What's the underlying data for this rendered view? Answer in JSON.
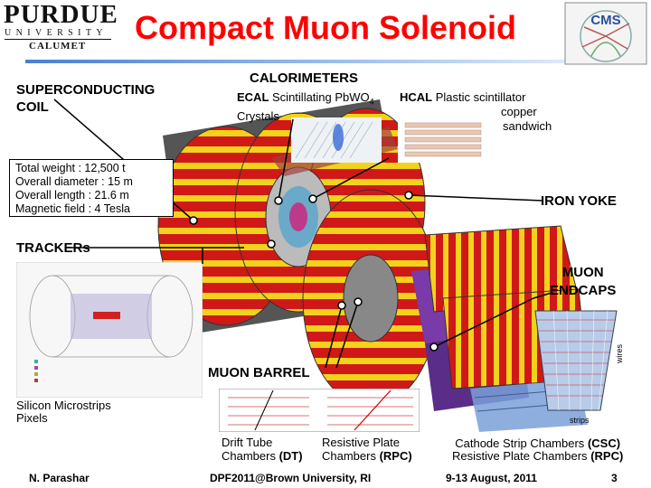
{
  "title": "Compact Muon Solenoid",
  "logos": {
    "purdue_name": "PURDUE",
    "purdue_university": "UNIVERSITY",
    "purdue_campus": "CALUMET",
    "cms": "CMS",
    "cms_icon": "cms-logo-icon"
  },
  "labels": {
    "superconducting_coil_1": "SUPERCONDUCTING",
    "superconducting_coil_2": "COIL",
    "calorimeters": "CALORIMETERS",
    "ecal_bold": "ECAL",
    "ecal_desc_1": "Scintillating PbWO",
    "ecal_sub": "4",
    "ecal_desc_2": "Crystals",
    "hcal_bold": "HCAL",
    "hcal_desc_1": "Plastic scintillator",
    "hcal_desc_2": "copper",
    "hcal_desc_3": "sandwich",
    "iron_yoke": "IRON YOKE",
    "trackers": "TRACKERs",
    "muon_endcaps_1": "MUON",
    "muon_endcaps_2": "ENDCAPS",
    "muon_barrel": "MUON BARREL",
    "silicon_1": "Silicon Microstrips",
    "silicon_2": "Pixels",
    "dt_1": "Drift Tube",
    "dt_2": "Chambers",
    "dt_bold": "(DT)",
    "rpc_1": "Resistive Plate",
    "rpc_2": "Chambers",
    "rpc_bold": "(RPC)",
    "csc_1": "Cathode Strip Chambers",
    "csc_bold": "(CSC)",
    "rpc2_1": "Resistive Plate Chambers",
    "rpc2_bold": "(RPC)",
    "wires": "wires",
    "strips": "strips"
  },
  "info_box": {
    "weight": "Total weight : 12,500 t",
    "diameter": "Overall diameter : 15 m",
    "length": "Overall length : 21.6 m",
    "field": "Magnetic field : 4 Tesla"
  },
  "footer": {
    "author": "N. Parashar",
    "conference": "DPF2011@Brown University, RI",
    "date": "9-13 August, 2011",
    "page": "3"
  }
}
